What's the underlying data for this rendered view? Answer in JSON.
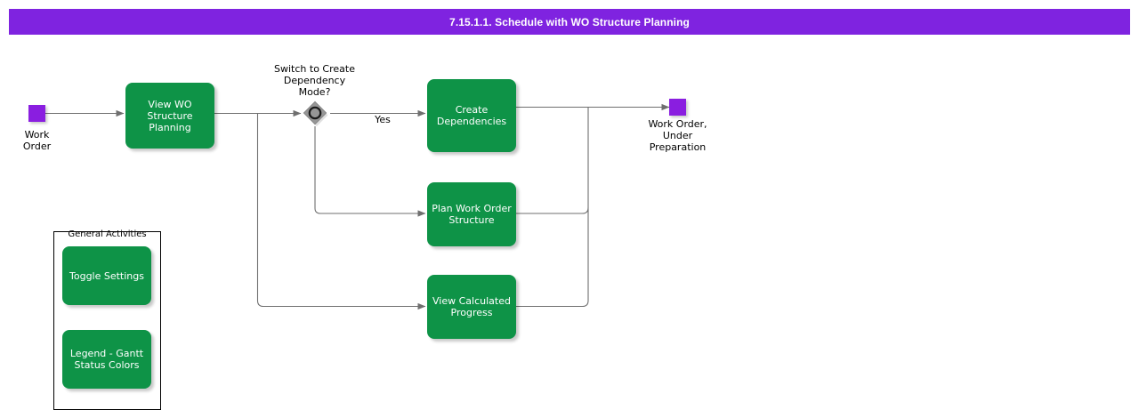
{
  "header": {
    "title": "7.15.1.1. Schedule with WO Structure Planning",
    "bar_color": "#7f23e0",
    "text_color": "#ffffff"
  },
  "theme": {
    "activity_fill": "#0e9347",
    "activity_text": "#ffffff",
    "terminal_fill": "#8a1ee0",
    "gateway_fill": "#949494",
    "edge_color": "#666666",
    "canvas_bg": "#ffffff"
  },
  "diagram": {
    "type": "bpmn-flowchart",
    "start_node": {
      "name": "start-terminal",
      "label": "Work\nOrder",
      "shape": "square",
      "color": "#8a1ee0"
    },
    "end_node": {
      "name": "end-terminal",
      "label": "Work Order,\nUnder\nPreparation",
      "shape": "square",
      "color": "#8a1ee0"
    },
    "gateway": {
      "name": "event-gateway",
      "label": "Switch to Create\nDependency\nMode?",
      "shape": "diamond-with-circle"
    },
    "activities": [
      {
        "id": "view-wo-structure-planning",
        "label": "View WO\nStructure\nPlanning"
      },
      {
        "id": "create-dependencies",
        "label": "Create\nDependencies"
      },
      {
        "id": "plan-work-order-structure",
        "label": "Plan Work Order\nStructure"
      },
      {
        "id": "view-calculated-progress",
        "label": "View Calculated\nProgress"
      }
    ],
    "edge_labels": [
      {
        "id": "yes-label",
        "text": "Yes"
      }
    ]
  },
  "group": {
    "title": "General Activities",
    "items": [
      {
        "id": "toggle-settings",
        "label": "Toggle Settings"
      },
      {
        "id": "legend-gantt-status-colors",
        "label": "Legend - Gantt\nStatus Colors"
      }
    ]
  }
}
